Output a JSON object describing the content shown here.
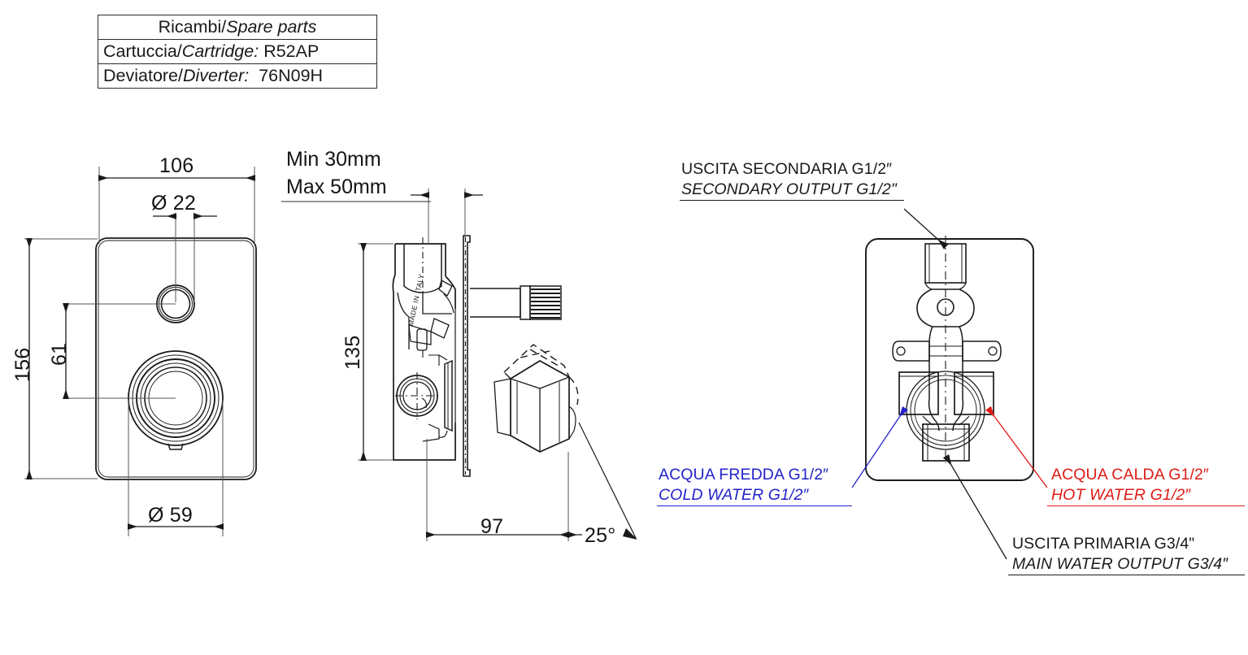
{
  "spare_parts": {
    "title_it": "Ricambi/",
    "title_en": "Spare parts",
    "rows": [
      {
        "label_it": "Cartuccia/",
        "label_en": "Cartridge:",
        "value": "R52AP"
      },
      {
        "label_it": "Deviatore/",
        "label_en": "Diverter:",
        "value": "76N09H"
      }
    ]
  },
  "front_view": {
    "width_dim": "106",
    "height_dim": "156",
    "offset_dim": "61",
    "small_hole_dim": "Ø 22",
    "large_hole_dim": "Ø 59"
  },
  "side_view": {
    "wall_note_min": "Min 30mm",
    "wall_note_max": "Max 50mm",
    "height_dim": "135",
    "depth_dim": "97",
    "angle_dim": "25°",
    "body_marking": "MADE IN ITALY"
  },
  "rear_view": {
    "labels": [
      {
        "id": "secondary-output",
        "line_it": "USCITA SECONDARIA G1/2″",
        "line_en": "SECONDARY OUTPUT G1/2\"",
        "color": "#1a1a1a"
      },
      {
        "id": "cold-water",
        "line_it": "ACQUA FREDDA G1/2″",
        "line_en": "COLD WATER G1/2″",
        "color": "#2222cc"
      },
      {
        "id": "hot-water",
        "line_it": "ACQUA CALDA G1/2″",
        "line_en": "HOT WATER G1/2″",
        "color": "#e01b16"
      },
      {
        "id": "main-output",
        "line_it": "USCITA PRIMARIA G3/4\"",
        "line_en": "MAIN WATER OUTPUT G3/4″",
        "color": "#1a1a1a"
      }
    ]
  },
  "colors": {
    "line": "#1a1a1a",
    "cold": "#2222cc",
    "hot": "#e01b16",
    "background": "#ffffff"
  }
}
